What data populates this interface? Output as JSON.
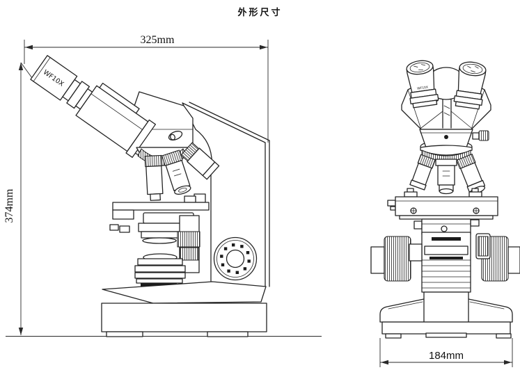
{
  "title": "外形尺寸",
  "views": {
    "side": {
      "dim_width": "325mm",
      "dim_height": "374mm",
      "eyepiece_label": "WF10X"
    },
    "front": {
      "dim_width": "184mm",
      "eyepiece_label": "WF10X"
    }
  },
  "colors": {
    "line": "#232323",
    "background": "#ffffff"
  }
}
